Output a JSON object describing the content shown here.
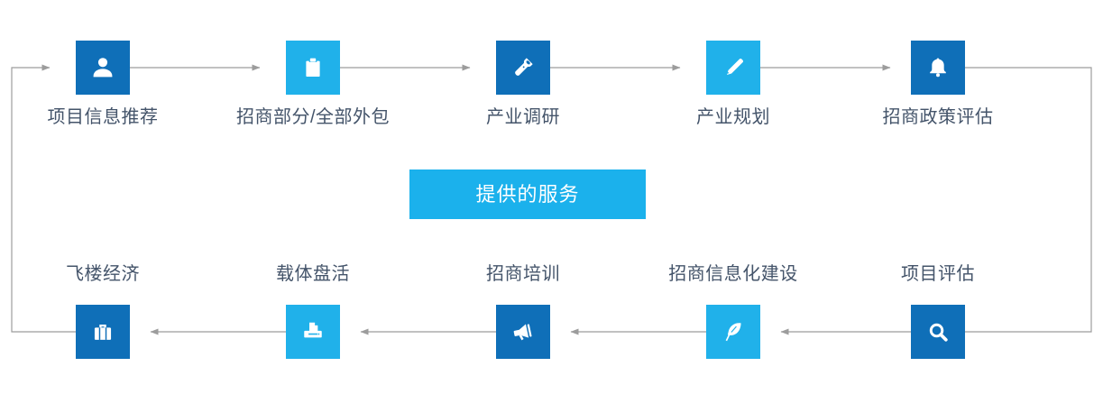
{
  "diagram": {
    "title_banner": {
      "label": "提供的服务"
    },
    "top_row": {
      "direction": "left-to-right",
      "nodes": [
        {
          "label": "项目信息推荐",
          "icon": "user-icon",
          "theme": "dark-blue"
        },
        {
          "label": "招商部分/全部外包",
          "icon": "clipboard-icon",
          "theme": "light-blue"
        },
        {
          "label": "产业调研",
          "icon": "flashlight-icon",
          "theme": "dark-blue"
        },
        {
          "label": "产业规划",
          "icon": "pencil-icon",
          "theme": "light-blue"
        },
        {
          "label": "招商政策评估",
          "icon": "bell-icon",
          "theme": "dark-blue"
        }
      ]
    },
    "bottom_row": {
      "direction": "right-to-left",
      "nodes": [
        {
          "label": "飞楼经济",
          "icon": "briefcase-icon",
          "theme": "dark-blue"
        },
        {
          "label": "载体盘活",
          "icon": "printer-icon",
          "theme": "light-blue"
        },
        {
          "label": "招商培训",
          "icon": "megaphone-icon",
          "theme": "dark-blue"
        },
        {
          "label": "招商信息化建设",
          "icon": "feather-icon",
          "theme": "light-blue"
        },
        {
          "label": "项目评估",
          "icon": "search-icon",
          "theme": "dark-blue"
        }
      ]
    },
    "colors": {
      "dark_blue": "#0f6fb8",
      "light_blue": "#20b1ea",
      "banner_blue": "#1bb1ec",
      "arrow_gray": "#9c9c9c",
      "label_text": "#44546a",
      "background": "#ffffff"
    }
  }
}
